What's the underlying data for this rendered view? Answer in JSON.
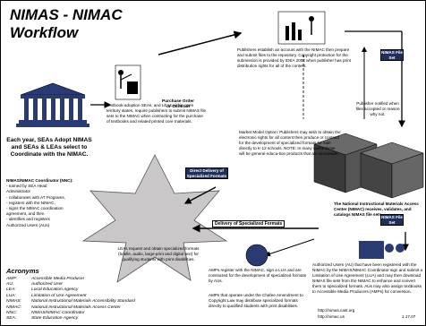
{
  "title": {
    "line1": "NIMAS - NIMAC",
    "line2": "Workflow"
  },
  "intro_text": "Each year, SEAs Adopt NIMAS and SEAs & LEAs select to Coordinate with the NIMAC.",
  "nnc": {
    "heading": "NIMAS/NIMAC Coordinator (NNC):",
    "items": [
      "- named by SEA Head",
      "  Administrator",
      "- collaborates with AT Programs,",
      "- registers with the NIMAC,",
      "- signs the NIMAC coordination",
      "  agreement, and then",
      "- identifies and registers",
      "  Authorized Users (AUs)"
    ]
  },
  "textbook_text": "Textbook-adoption SEAs, and LEAs within open territory states, require publishers to submit NIMAS file sets to the NIMAC when contracting for the purchase of textbooks and related printed core materials.",
  "purchase_label": "Purchase Order or Contract",
  "publishers_text": "Publishers establish an account with the NIMAC then prepare and submit files to the repository. Copyright protection for the submission is provided by IDEA 2004 when publisher has print distribution rights for all of the content.",
  "nimas_file_set_1": "NIMAS File Set",
  "nimas_file_set_2": "NIMAS File Set",
  "publisher_notified": "Publisher notified when files accepted or reason why not.",
  "market_model_text": "Market Model Option: Publishers may wish to obtain the electronic rights for all content then produce or contract for the development of specialized formats for sale directly to K-12 schools. NOTE: In many cases these will be general educa-tion products that are accessible.",
  "direct_delivery": "Direct Delivery of Specialized Formats",
  "nimac_text": "The National Instructional Materials Access Center (NIMAC) receives, validates, and catalogs NIMAS file sets.",
  "delivery_label": "Delivery of Specialized Formats",
  "lea_text": "LEAs request and obtain specialized formats (braille, audio, large-print and digital text) for qualifying students with print disabilities.",
  "amp_text_1": "AMPs register with the NIMAC, sign a LUA and are contracted for the development of specialized formats by AUs.",
  "amp_text_2": "AMPs that operate under the Chafee Amendment to Copyright Law may distribute specialized formats directly to qualified students with print disabilities.",
  "au_text": "Authorized Users (AU) that have been registered with the NIMAC by the NIMAS/NIMAC Coordinator sign and submit a Limitation of Use Agreement (LUA) and may then download NIMAS file sets from the NIMAC to enhance and convert them to specialized formats. AUs may also assign textbooks to Accessible Media Producers (AMPs) for conversion.",
  "acronyms": {
    "heading": "Acronyms",
    "rows": [
      {
        "k": "AMP:",
        "v": "Accessible Media Producer"
      },
      {
        "k": "AU:",
        "v": "Authorized User"
      },
      {
        "k": "LEA:",
        "v": "Local Education Agency"
      },
      {
        "k": "LUA:",
        "v": "Limitation of Use Agreement"
      },
      {
        "k": "NIMAS:",
        "v": "National Instructional Materials Accessibility Standard"
      },
      {
        "k": "NIMAC:",
        "v": "National Instructional Materials Access Center"
      },
      {
        "k": "NNC:",
        "v": "NIMAS/NIMAC Coordinator"
      },
      {
        "k": "SEA:",
        "v": "State Education Agency"
      }
    ]
  },
  "footer": {
    "url1": "http://nimas.cast.org",
    "url2": "http://nimac.us",
    "date": "1.17.07"
  }
}
